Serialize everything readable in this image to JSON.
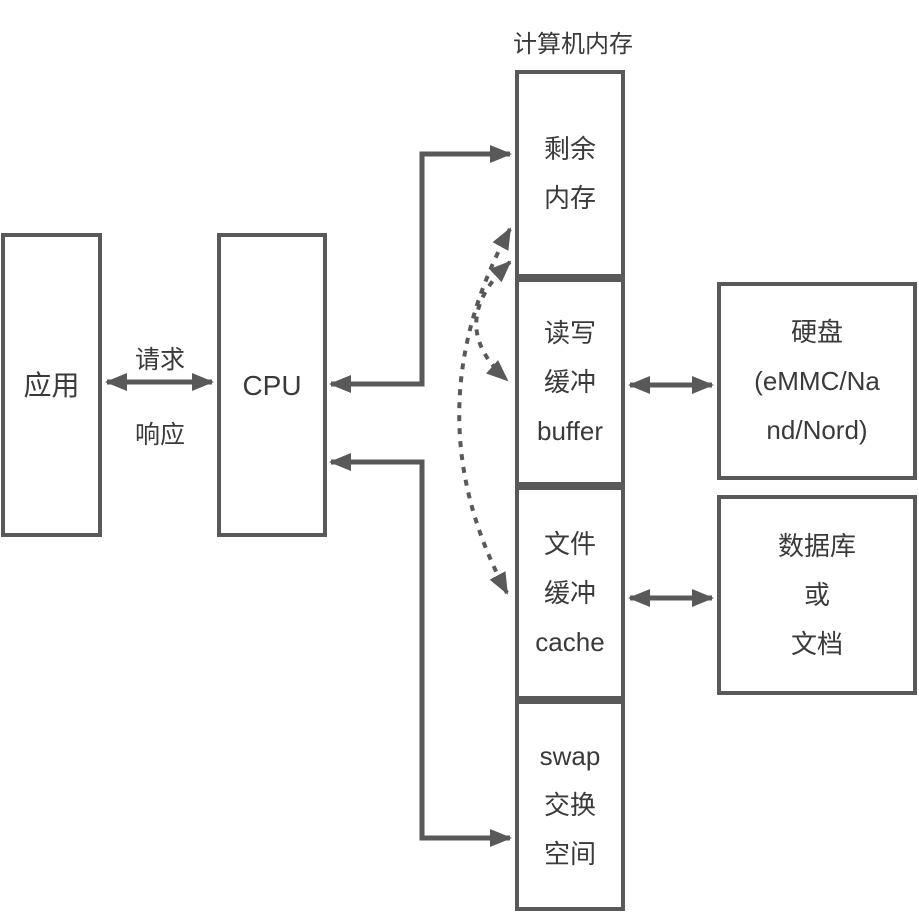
{
  "diagram": {
    "title": "计算机内存",
    "nodes": {
      "app": {
        "label": "应用"
      },
      "cpu": {
        "label": "CPU"
      },
      "free_memory": {
        "lines": [
          "剩余",
          "内存"
        ]
      },
      "rw_buffer": {
        "lines": [
          "读写",
          "缓冲",
          "buffer"
        ]
      },
      "file_cache": {
        "lines": [
          "文件",
          "缓冲",
          "cache"
        ]
      },
      "swap": {
        "lines": [
          "swap",
          "交换",
          "空间"
        ]
      },
      "disk": {
        "lines": [
          "硬盘",
          "(eMMC/Na",
          "nd/Nord)"
        ]
      },
      "database": {
        "lines": [
          "数据库",
          "或",
          "文档"
        ]
      }
    },
    "edge_labels": {
      "request": "请求",
      "response": "响应"
    },
    "colors": {
      "stroke": "#595959",
      "text": "#3a3a3a",
      "background": "#ffffff"
    }
  }
}
